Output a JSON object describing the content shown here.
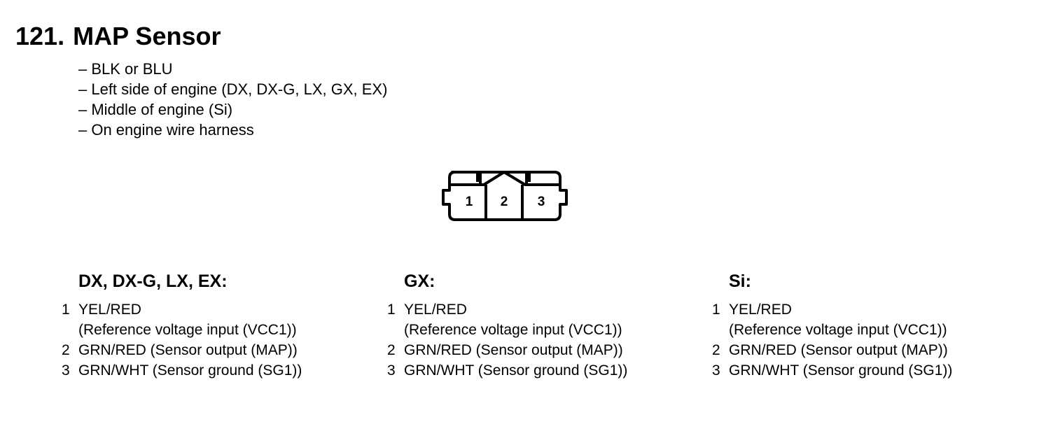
{
  "title": {
    "number": "121.",
    "text": "MAP Sensor"
  },
  "notes": [
    "– BLK or BLU",
    "– Left side of engine (DX, DX-G, LX, GX, EX)",
    "– Middle of engine (Si)",
    "– On engine wire harness"
  ],
  "connector": {
    "pins": [
      "1",
      "2",
      "3"
    ]
  },
  "variants": [
    {
      "title": "DX, DX-G, LX, EX:",
      "pins": [
        {
          "num": "1",
          "line1": "YEL/RED",
          "line2": "(Reference voltage input (VCC1))"
        },
        {
          "num": "2",
          "line1": "GRN/RED (Sensor output (MAP))"
        },
        {
          "num": "3",
          "line1": "GRN/WHT (Sensor ground (SG1))"
        }
      ]
    },
    {
      "title": "GX:",
      "pins": [
        {
          "num": "1",
          "line1": "YEL/RED",
          "line2": "(Reference voltage input (VCC1))"
        },
        {
          "num": "2",
          "line1": "GRN/RED (Sensor output (MAP))"
        },
        {
          "num": "3",
          "line1": "GRN/WHT (Sensor ground (SG1))"
        }
      ]
    },
    {
      "title": "Si:",
      "pins": [
        {
          "num": "1",
          "line1": "YEL/RED",
          "line2": "(Reference voltage input (VCC1))"
        },
        {
          "num": "2",
          "line1": "GRN/RED (Sensor output (MAP))"
        },
        {
          "num": "3",
          "line1": "GRN/WHT (Sensor ground (SG1))"
        }
      ]
    }
  ]
}
